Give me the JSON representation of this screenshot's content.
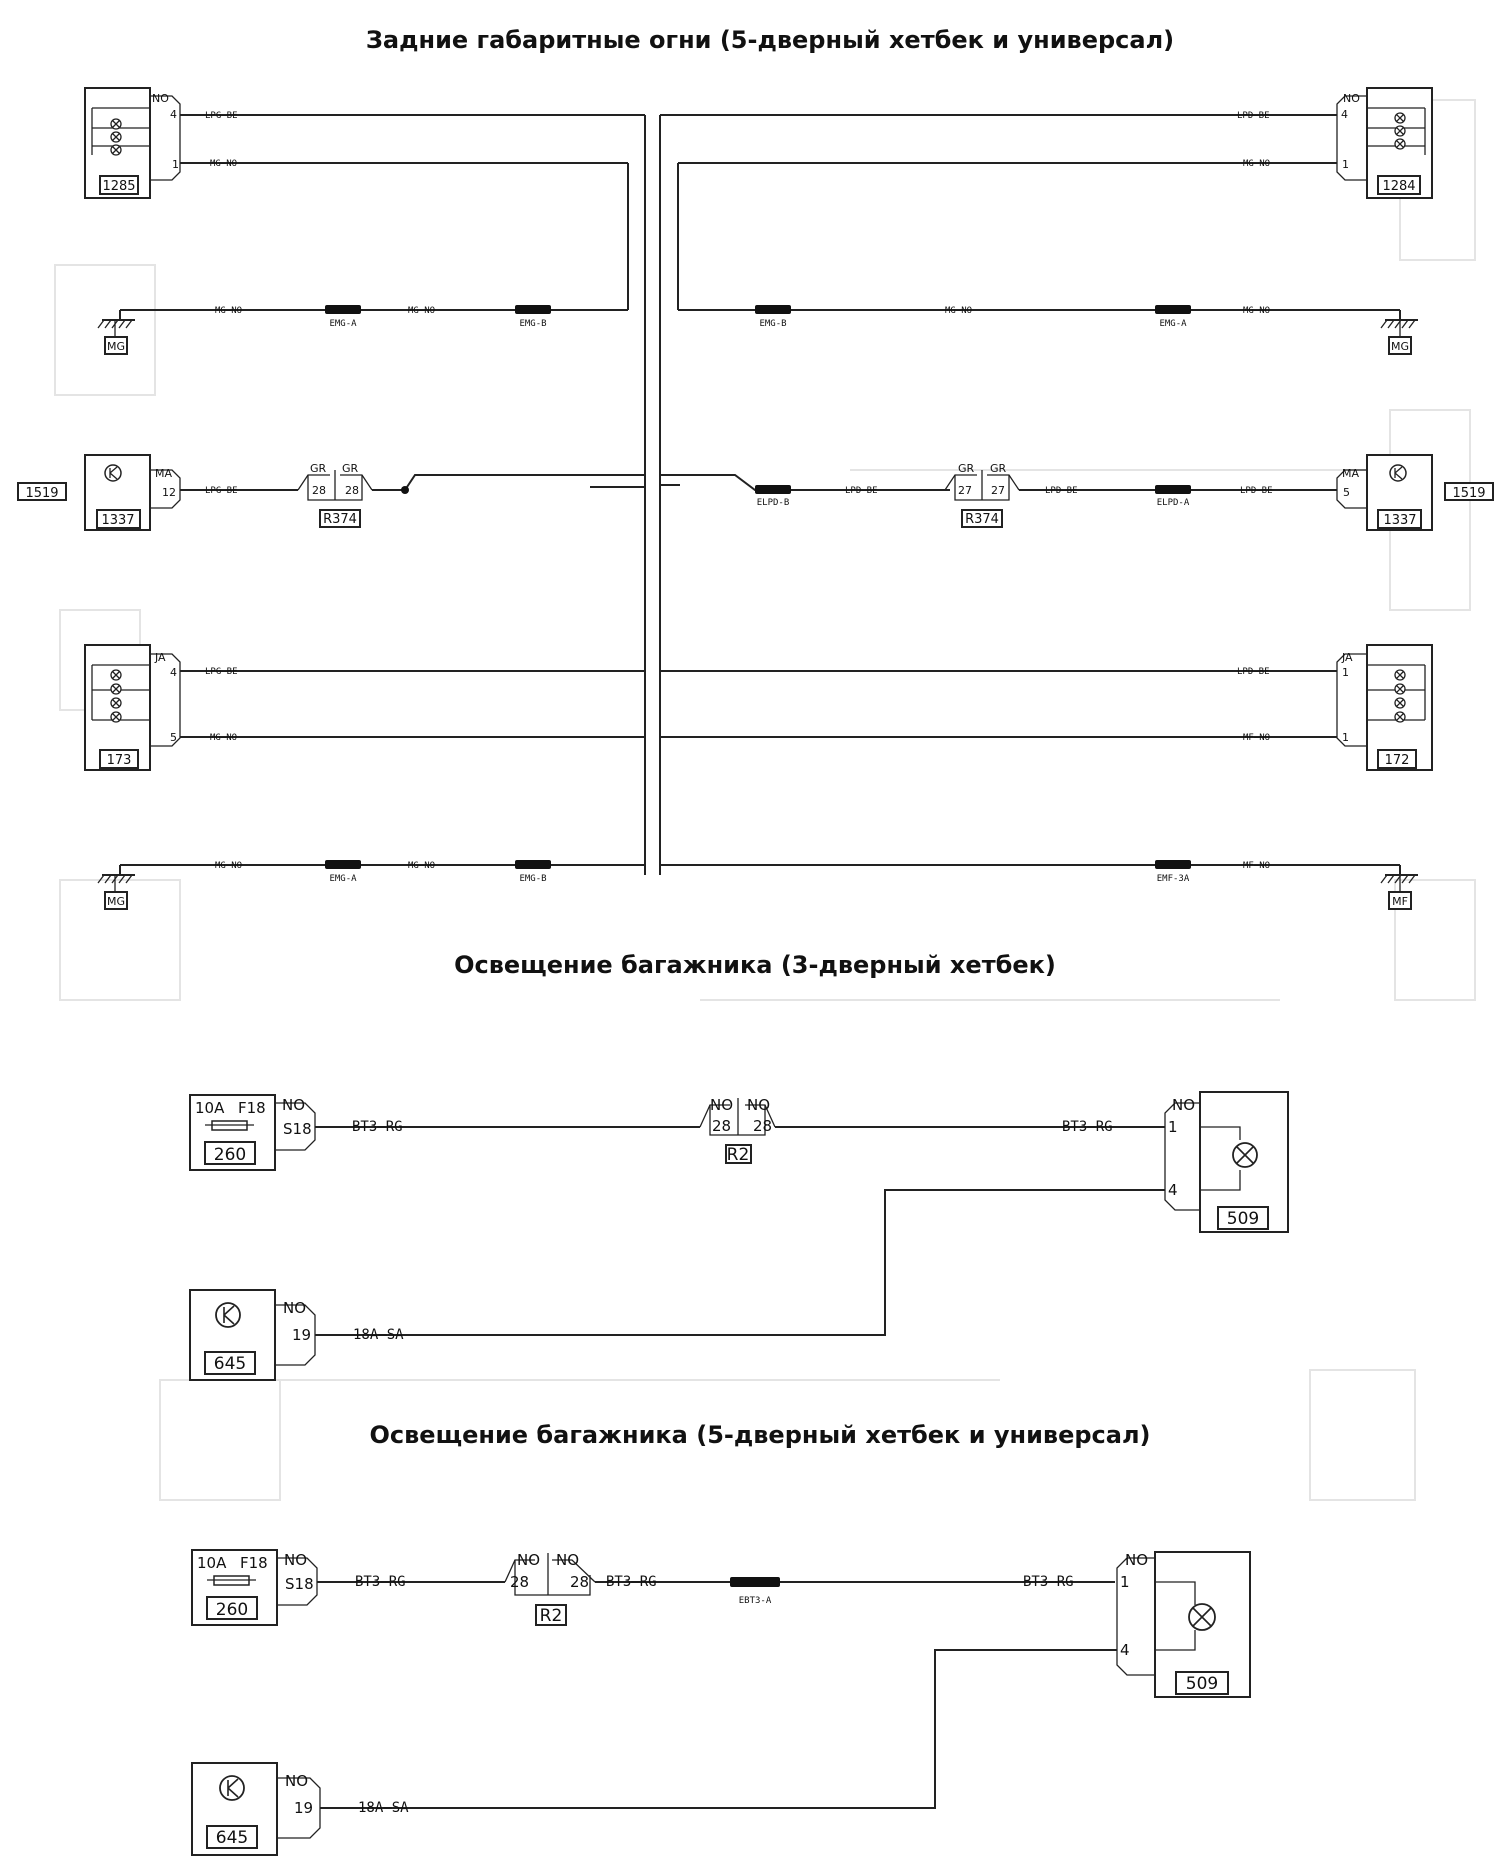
{
  "titles": {
    "tail_lights": "Задние габаритные огни (5-дверный хетбек и универсал)",
    "trunk_3door": "Освещение багажника (3-дверный хетбек)",
    "trunk_5door": "Освещение багажника (5-дверный хетбек и универсал)"
  },
  "components": {
    "c1285": "1285",
    "c1284": "1284",
    "c173": "173",
    "c172": "172",
    "c1337": "1337",
    "c1519": "1519",
    "c260": "260",
    "c509": "509",
    "c645": "645",
    "r374": "R374",
    "r2": "R2",
    "ground_mg": "MG",
    "ground_mf": "MF",
    "fuse_rating": "10A",
    "fuse_id": "F18",
    "fuse_pin": "S18"
  },
  "connectors": {
    "no": "NO",
    "ma": "MA",
    "ja": "JA",
    "gr": "GR"
  },
  "pins": {
    "p1": "1",
    "p4": "4",
    "p5": "5",
    "p12": "12",
    "p19": "19",
    "p27": "27",
    "p28": "28"
  },
  "wires": {
    "lpg_be": "LPG—BE",
    "lpd_be": "LPD—BE",
    "mg_no": "MG—NO",
    "mf_no": "MF—NO",
    "bt3_rg": "BT3—RG",
    "sa18": "18A—SA"
  },
  "splices": {
    "emg_a": "EMG-A",
    "emg_b": "EMG-B",
    "elpd_a": "ELPD-A",
    "elpd_b": "ELPD-B",
    "emf_3a": "EMF-3A",
    "ebt3_a": "EBT3-A"
  }
}
